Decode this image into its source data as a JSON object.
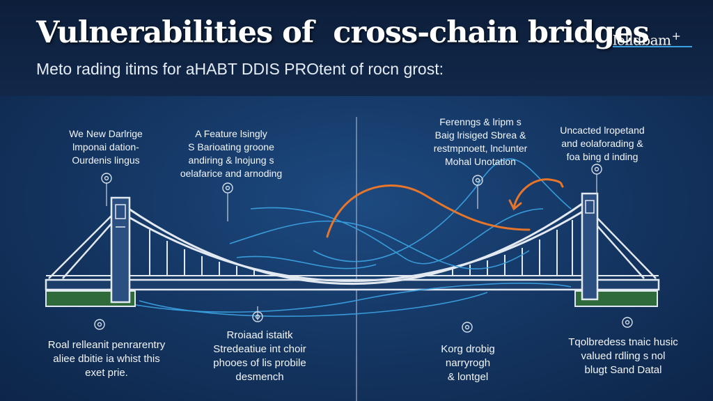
{
  "header": {
    "title": "Vulnerabilities of  cross-chain bridges",
    "subtitle": "Meto rading itims for aHABT DDIS PROtent of rocn grost:",
    "logo": "lelldbam",
    "logo_suffix": "+"
  },
  "colors": {
    "accent": "#3aa0e0",
    "orange": "#e8762a",
    "structure": "#e3e9f1",
    "ground": "#2f6b3a"
  },
  "labels": {
    "top_1": "We New Darlrige\nlmponai dation-\nOurdenis lingus",
    "top_2": "A Feature lsingly\nS Barioating groone\nandiring & lnojung s\noelafarice and arnoding",
    "top_3": "Ferenngs & lripm s\nBaig lrisiged Sbrea &\nrestmpnoett, lnclunter\nMohal Unotation",
    "top_4": "Uncacted lropetand\nand eolaforading &\nfoa bing d inding",
    "bottom_1": "Roal relleanit penrarentry\naliee dbitie ia whist this\nexet prie.",
    "bottom_2": "Rroiaad istaitk\nStredeatiue int choir\nphooes of lis probile\ndesmench",
    "bottom_3": "Korg drobig\nnarryrogh\n& lontgel",
    "bottom_4": "Tqolbredess tnaic husic\nvalued rdling s nol\nblugt Sand Datal"
  },
  "icons": {
    "callout": "circle-target-icon"
  }
}
